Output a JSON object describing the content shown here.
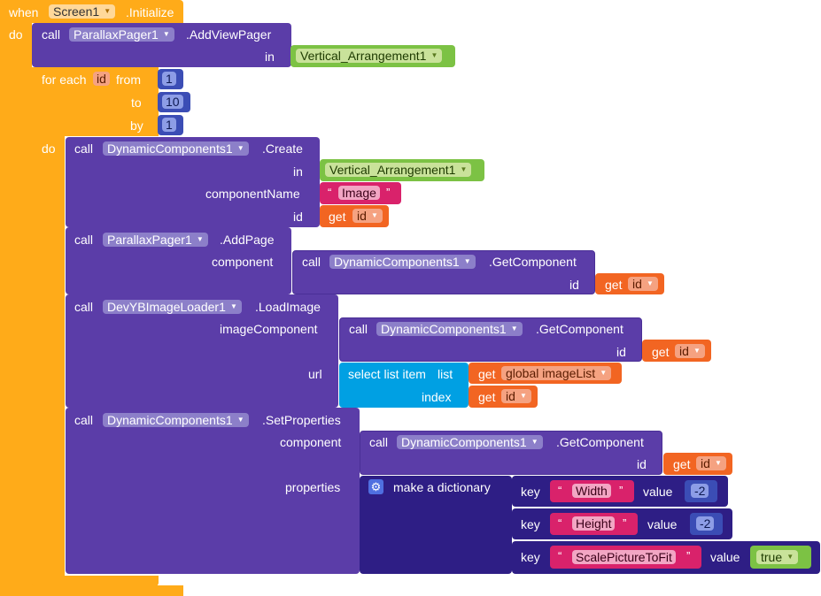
{
  "when_block": {
    "when": "when",
    "component": "Screen1",
    "event": ".Initialize",
    "do": "do"
  },
  "add_view_pager": {
    "call": "call",
    "component": "ParallaxPager1",
    "method": ".AddViewPager",
    "in_label": "in",
    "arg": "Vertical_Arrangement1"
  },
  "for_each": {
    "label": "for each",
    "var": "id",
    "from_label": "from",
    "from_val": "1",
    "to_label": "to",
    "to_val": "10",
    "by_label": "by",
    "by_val": "1",
    "do": "do"
  },
  "create": {
    "call": "call",
    "component": "DynamicComponents1",
    "method": ".Create",
    "in_label": "in",
    "in_arg": "Vertical_Arrangement1",
    "name_label": "componentName",
    "name_val": "Image",
    "id_label": "id",
    "get": "get",
    "get_var": "id"
  },
  "add_page": {
    "call": "call",
    "component": "ParallaxPager1",
    "method": ".AddPage",
    "component_label": "component",
    "inner": {
      "call": "call",
      "component": "DynamicComponents1",
      "method": ".GetComponent",
      "id_label": "id",
      "get": "get",
      "get_var": "id"
    }
  },
  "load_image": {
    "call": "call",
    "component": "DevYBImageLoader1",
    "method": ".LoadImage",
    "image_label": "imageComponent",
    "inner": {
      "call": "call",
      "component": "DynamicComponents1",
      "method": ".GetComponent",
      "id_label": "id",
      "get": "get",
      "get_var": "id"
    },
    "url_label": "url",
    "select": {
      "label": "select list item",
      "list_label": "list",
      "get": "get",
      "list_var": "global imageList",
      "index_label": "index",
      "index_var": "id"
    }
  },
  "set_properties": {
    "call": "call",
    "component": "DynamicComponents1",
    "method": ".SetProperties",
    "component_label": "component",
    "inner": {
      "call": "call",
      "component": "DynamicComponents1",
      "method": ".GetComponent",
      "id_label": "id",
      "get": "get",
      "get_var": "id"
    },
    "properties_label": "properties",
    "dict_label": "make a dictionary",
    "pairs": [
      {
        "key_label": "key",
        "key": "Width",
        "value_label": "value",
        "value": "-2"
      },
      {
        "key_label": "key",
        "key": "Height",
        "value_label": "value",
        "value": "-2"
      },
      {
        "key_label": "key",
        "key": "ScalePictureToFit",
        "value_label": "value",
        "value": "true"
      }
    ]
  },
  "quote_open": "“",
  "quote_close": "”",
  "colors": {
    "event": "#ffab19",
    "control": "#ffab19",
    "component": "#5b3da8",
    "component_dark": "#3f2a8c",
    "green": "#7cc244",
    "text_pink": "#d9226b",
    "variable": "#f26522",
    "math": "#3b4db5",
    "list": "#00a0e3",
    "dict": "#2e1e85"
  }
}
